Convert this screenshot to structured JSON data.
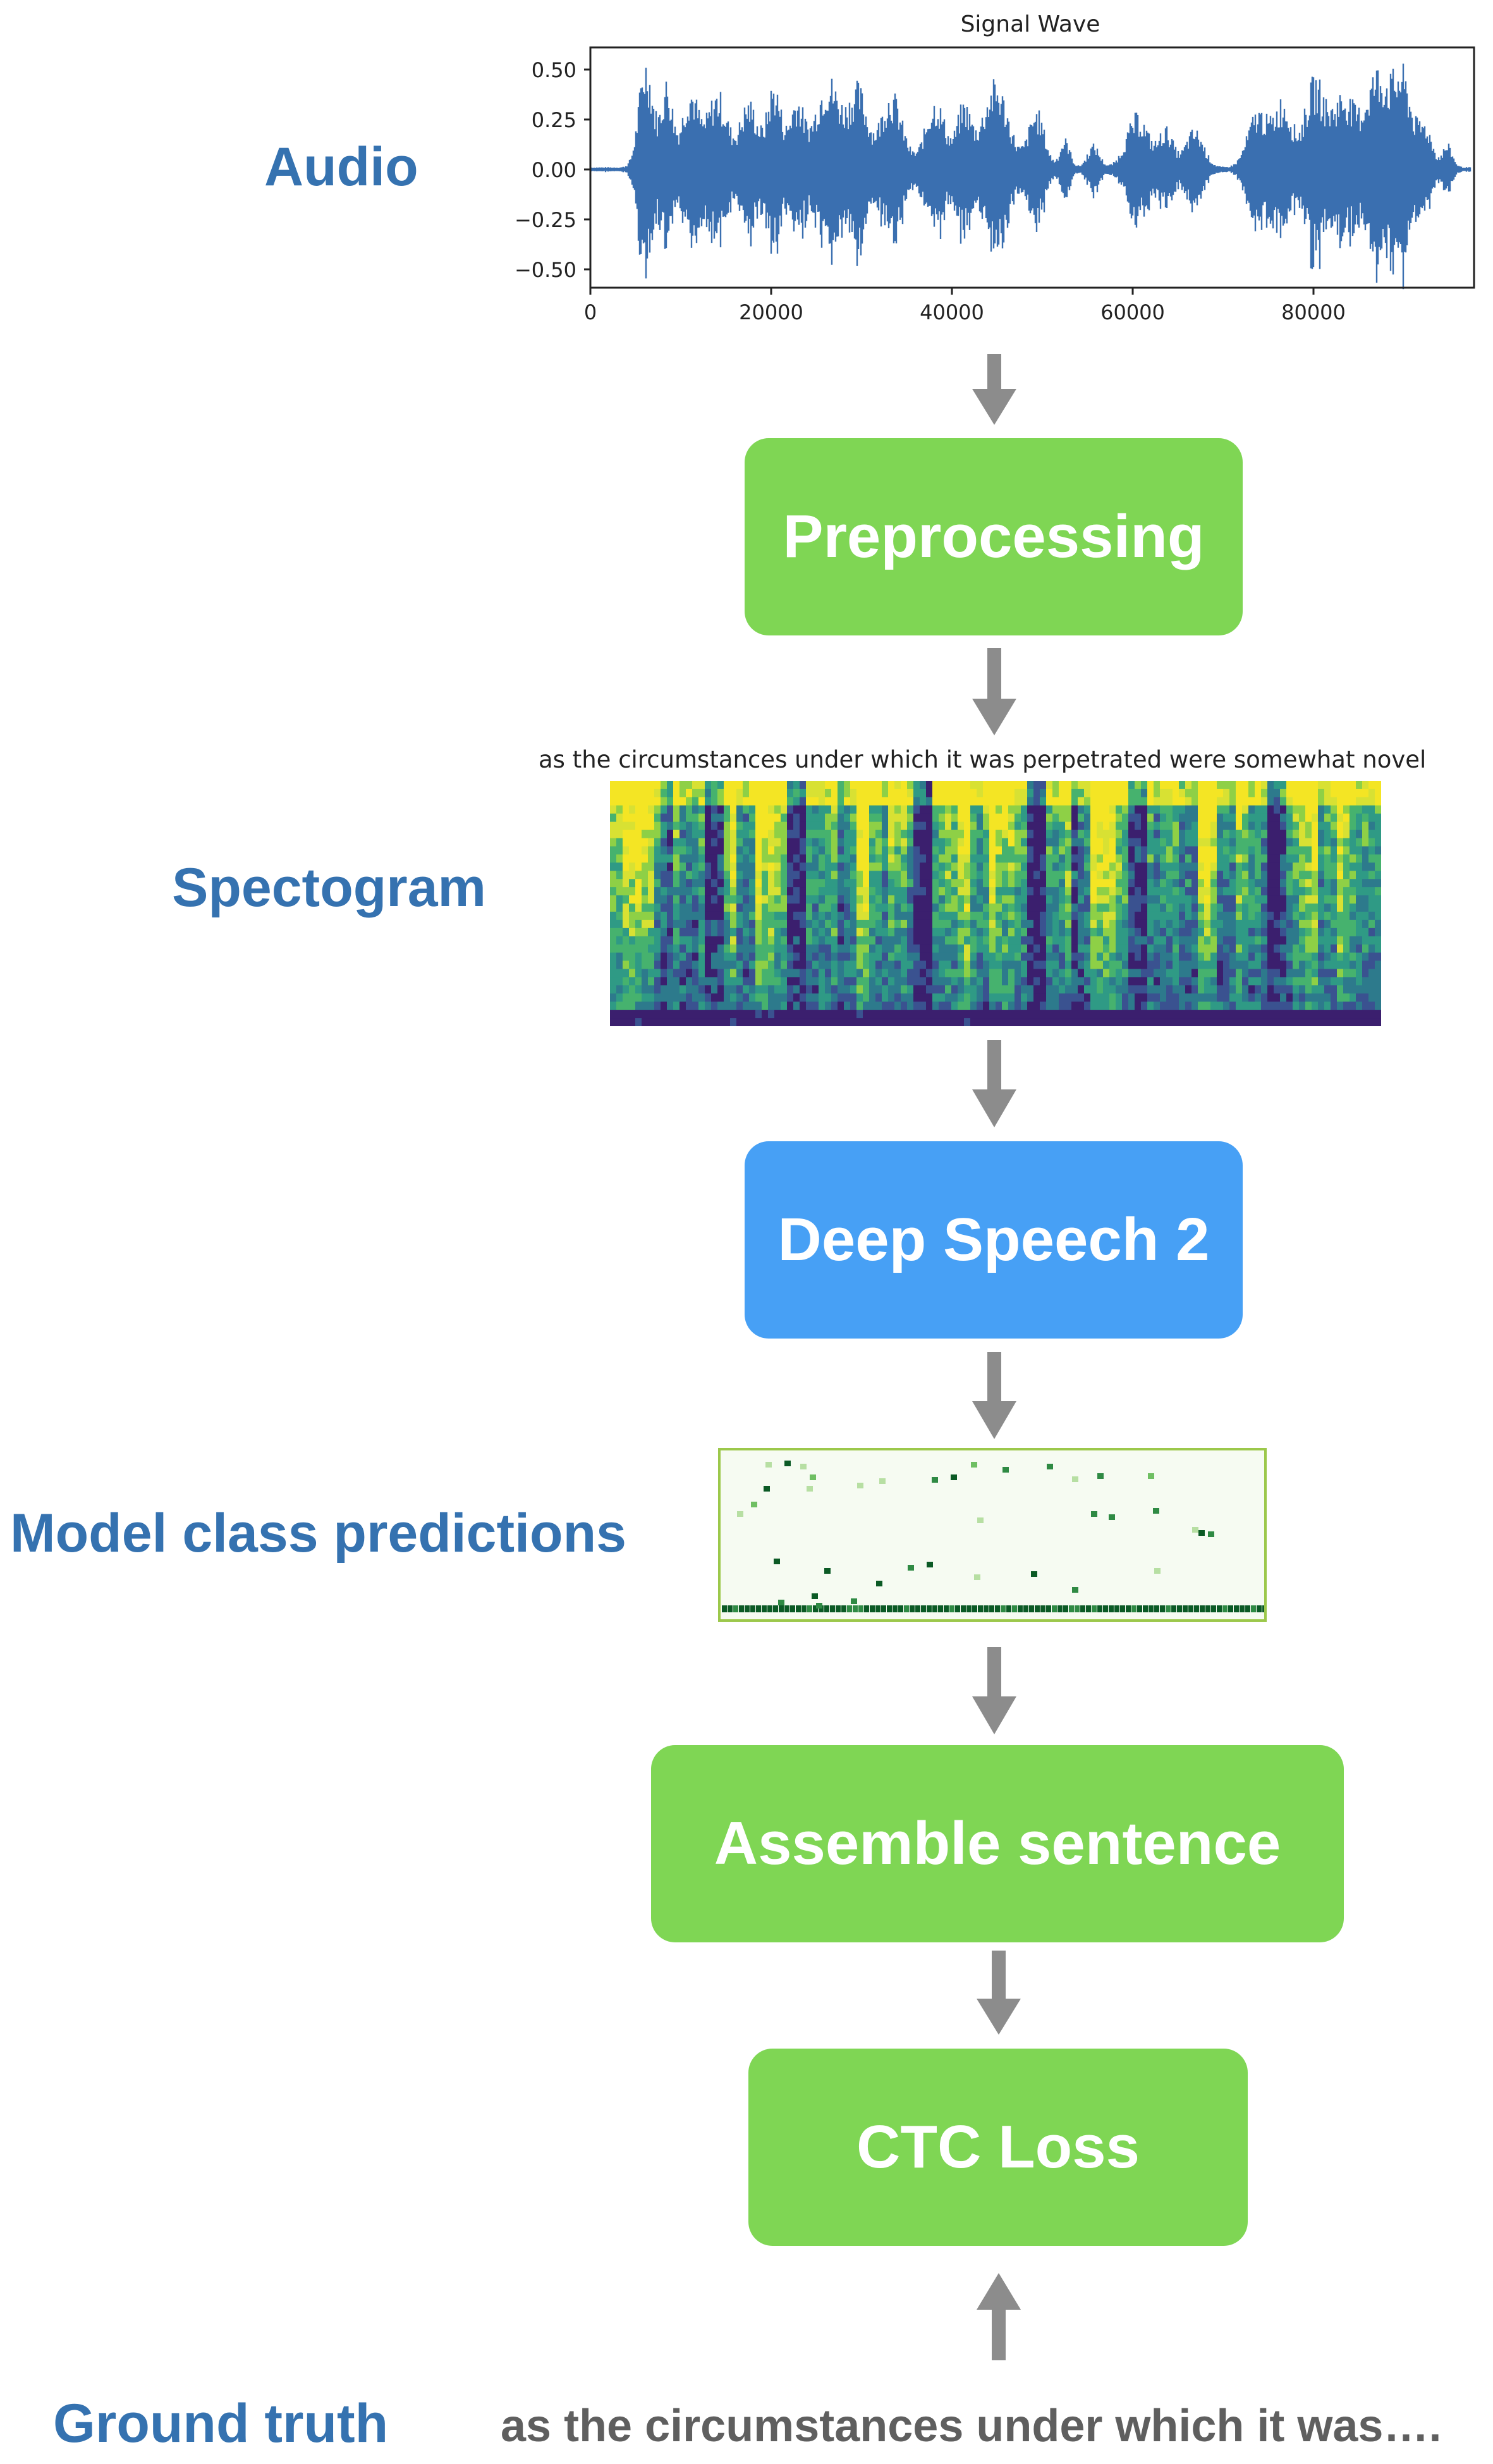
{
  "labels": {
    "audio": "Audio",
    "spectogram": "Spectogram",
    "predictions": "Model class predictions",
    "ground_truth": "Ground truth"
  },
  "boxes": {
    "preprocessing": "Preprocessing",
    "deep_speech": "Deep Speech 2",
    "assemble": "Assemble sentence",
    "ctc_loss": "CTC Loss"
  },
  "waveform": {
    "title": "Signal Wave",
    "y_ticks": [
      "0.50",
      "0.25",
      "0.00",
      "−0.25",
      "−0.50"
    ],
    "x_ticks": [
      "0",
      "20000",
      "40000",
      "60000",
      "80000"
    ]
  },
  "spectrogram_title": "as the circumstances under which it was perpetrated were somewhat novel",
  "ground_truth_text": "as the circumstances under which it was….",
  "colors": {
    "label_blue": "#3572b0",
    "box_green": "#7fd654",
    "box_blue": "#47a0f5",
    "arrow_gray": "#8c8c8c",
    "wave_blue": "#3a6fb0"
  }
}
